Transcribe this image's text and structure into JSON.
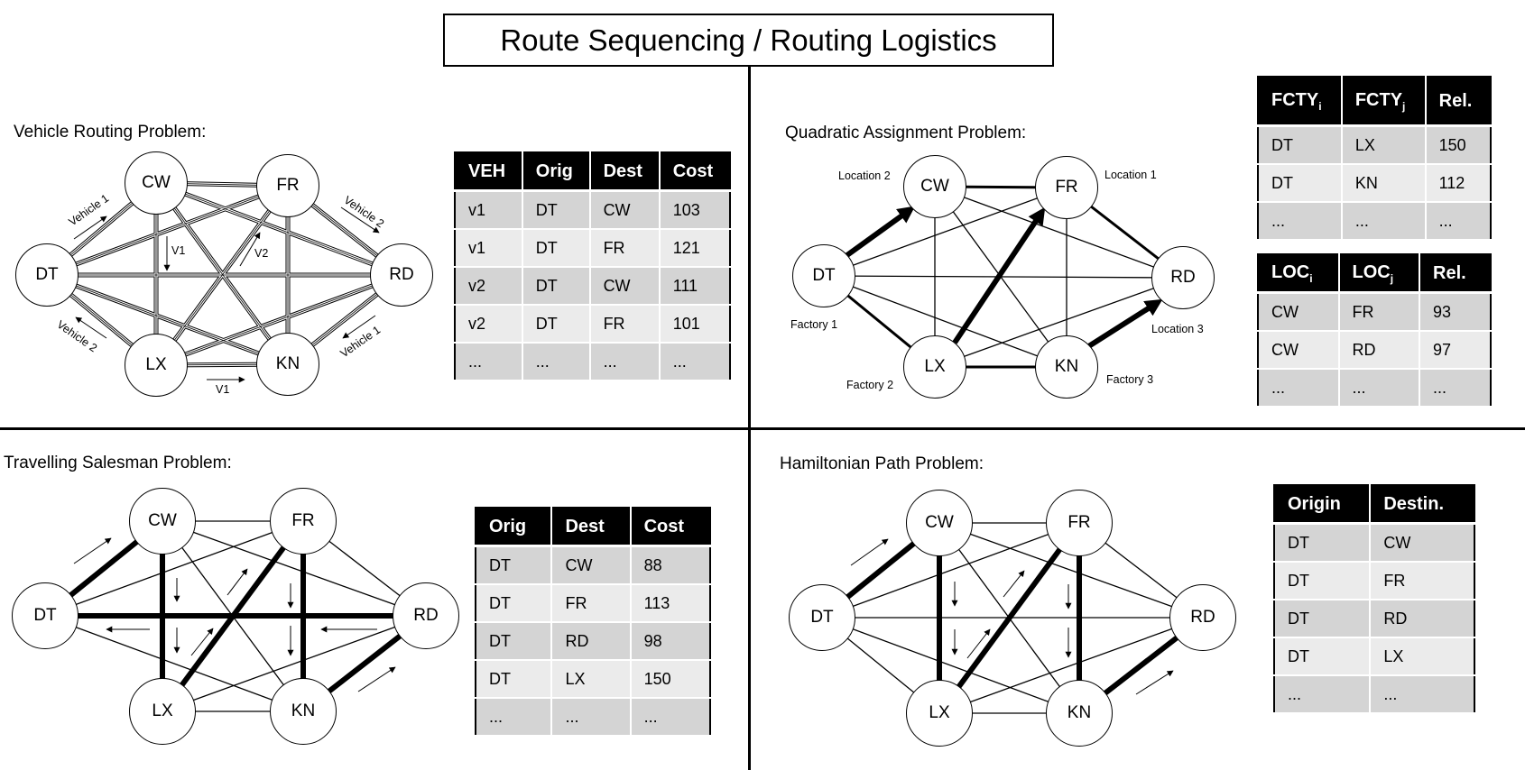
{
  "title": "Route Sequencing / Routing Logistics",
  "vrp": {
    "label": "Vehicle Routing Problem:",
    "nodes": [
      "CW",
      "FR",
      "DT",
      "RD",
      "LX",
      "KN"
    ],
    "annotations": [
      "Vehicle 1",
      "Vehicle 2",
      "Vehicle 2",
      "Vehicle 1",
      "V1",
      "V2",
      "V1"
    ],
    "table": {
      "headers": [
        "VEH",
        "Orig",
        "Dest",
        "Cost"
      ],
      "rows": [
        [
          "v1",
          "DT",
          "CW",
          "103"
        ],
        [
          "v1",
          "DT",
          "FR",
          "121"
        ],
        [
          "v2",
          "DT",
          "CW",
          "111"
        ],
        [
          "v2",
          "DT",
          "FR",
          "101"
        ],
        [
          "...",
          "...",
          "...",
          "..."
        ]
      ]
    }
  },
  "qap": {
    "label": "Quadratic Assignment Problem:",
    "nodes": [
      "CW",
      "FR",
      "DT",
      "RD",
      "LX",
      "KN"
    ],
    "annotations": [
      "Location 2",
      "Location 1",
      "Factory 1",
      "Location 3",
      "Factory 2",
      "Factory 3"
    ],
    "table1": {
      "headers": [
        "FCTY",
        "i",
        "FCTY",
        "j",
        "Rel."
      ],
      "rows": [
        [
          "DT",
          "LX",
          "150"
        ],
        [
          "DT",
          "KN",
          "112"
        ],
        [
          "...",
          "...",
          "..."
        ]
      ]
    },
    "table2": {
      "headers": [
        "LOC",
        "i",
        "LOC",
        "j",
        "Rel."
      ],
      "rows": [
        [
          "CW",
          "FR",
          "93"
        ],
        [
          "CW",
          "RD",
          "97"
        ],
        [
          "...",
          "...",
          "..."
        ]
      ]
    }
  },
  "tsp": {
    "label": "Travelling Salesman Problem:",
    "nodes": [
      "CW",
      "FR",
      "DT",
      "RD",
      "LX",
      "KN"
    ],
    "table": {
      "headers": [
        "Orig",
        "Dest",
        "Cost"
      ],
      "rows": [
        [
          "DT",
          "CW",
          "88"
        ],
        [
          "DT",
          "FR",
          "113"
        ],
        [
          "DT",
          "RD",
          "98"
        ],
        [
          "DT",
          "LX",
          "150"
        ],
        [
          "...",
          "...",
          "..."
        ]
      ]
    }
  },
  "hpp": {
    "label": "Hamiltonian Path Problem:",
    "nodes": [
      "CW",
      "FR",
      "DT",
      "RD",
      "LX",
      "KN"
    ],
    "table": {
      "headers": [
        "Origin",
        "Destin."
      ],
      "rows": [
        [
          "DT",
          "CW"
        ],
        [
          "DT",
          "FR"
        ],
        [
          "DT",
          "RD"
        ],
        [
          "DT",
          "LX"
        ],
        [
          "...",
          "..."
        ]
      ]
    }
  }
}
